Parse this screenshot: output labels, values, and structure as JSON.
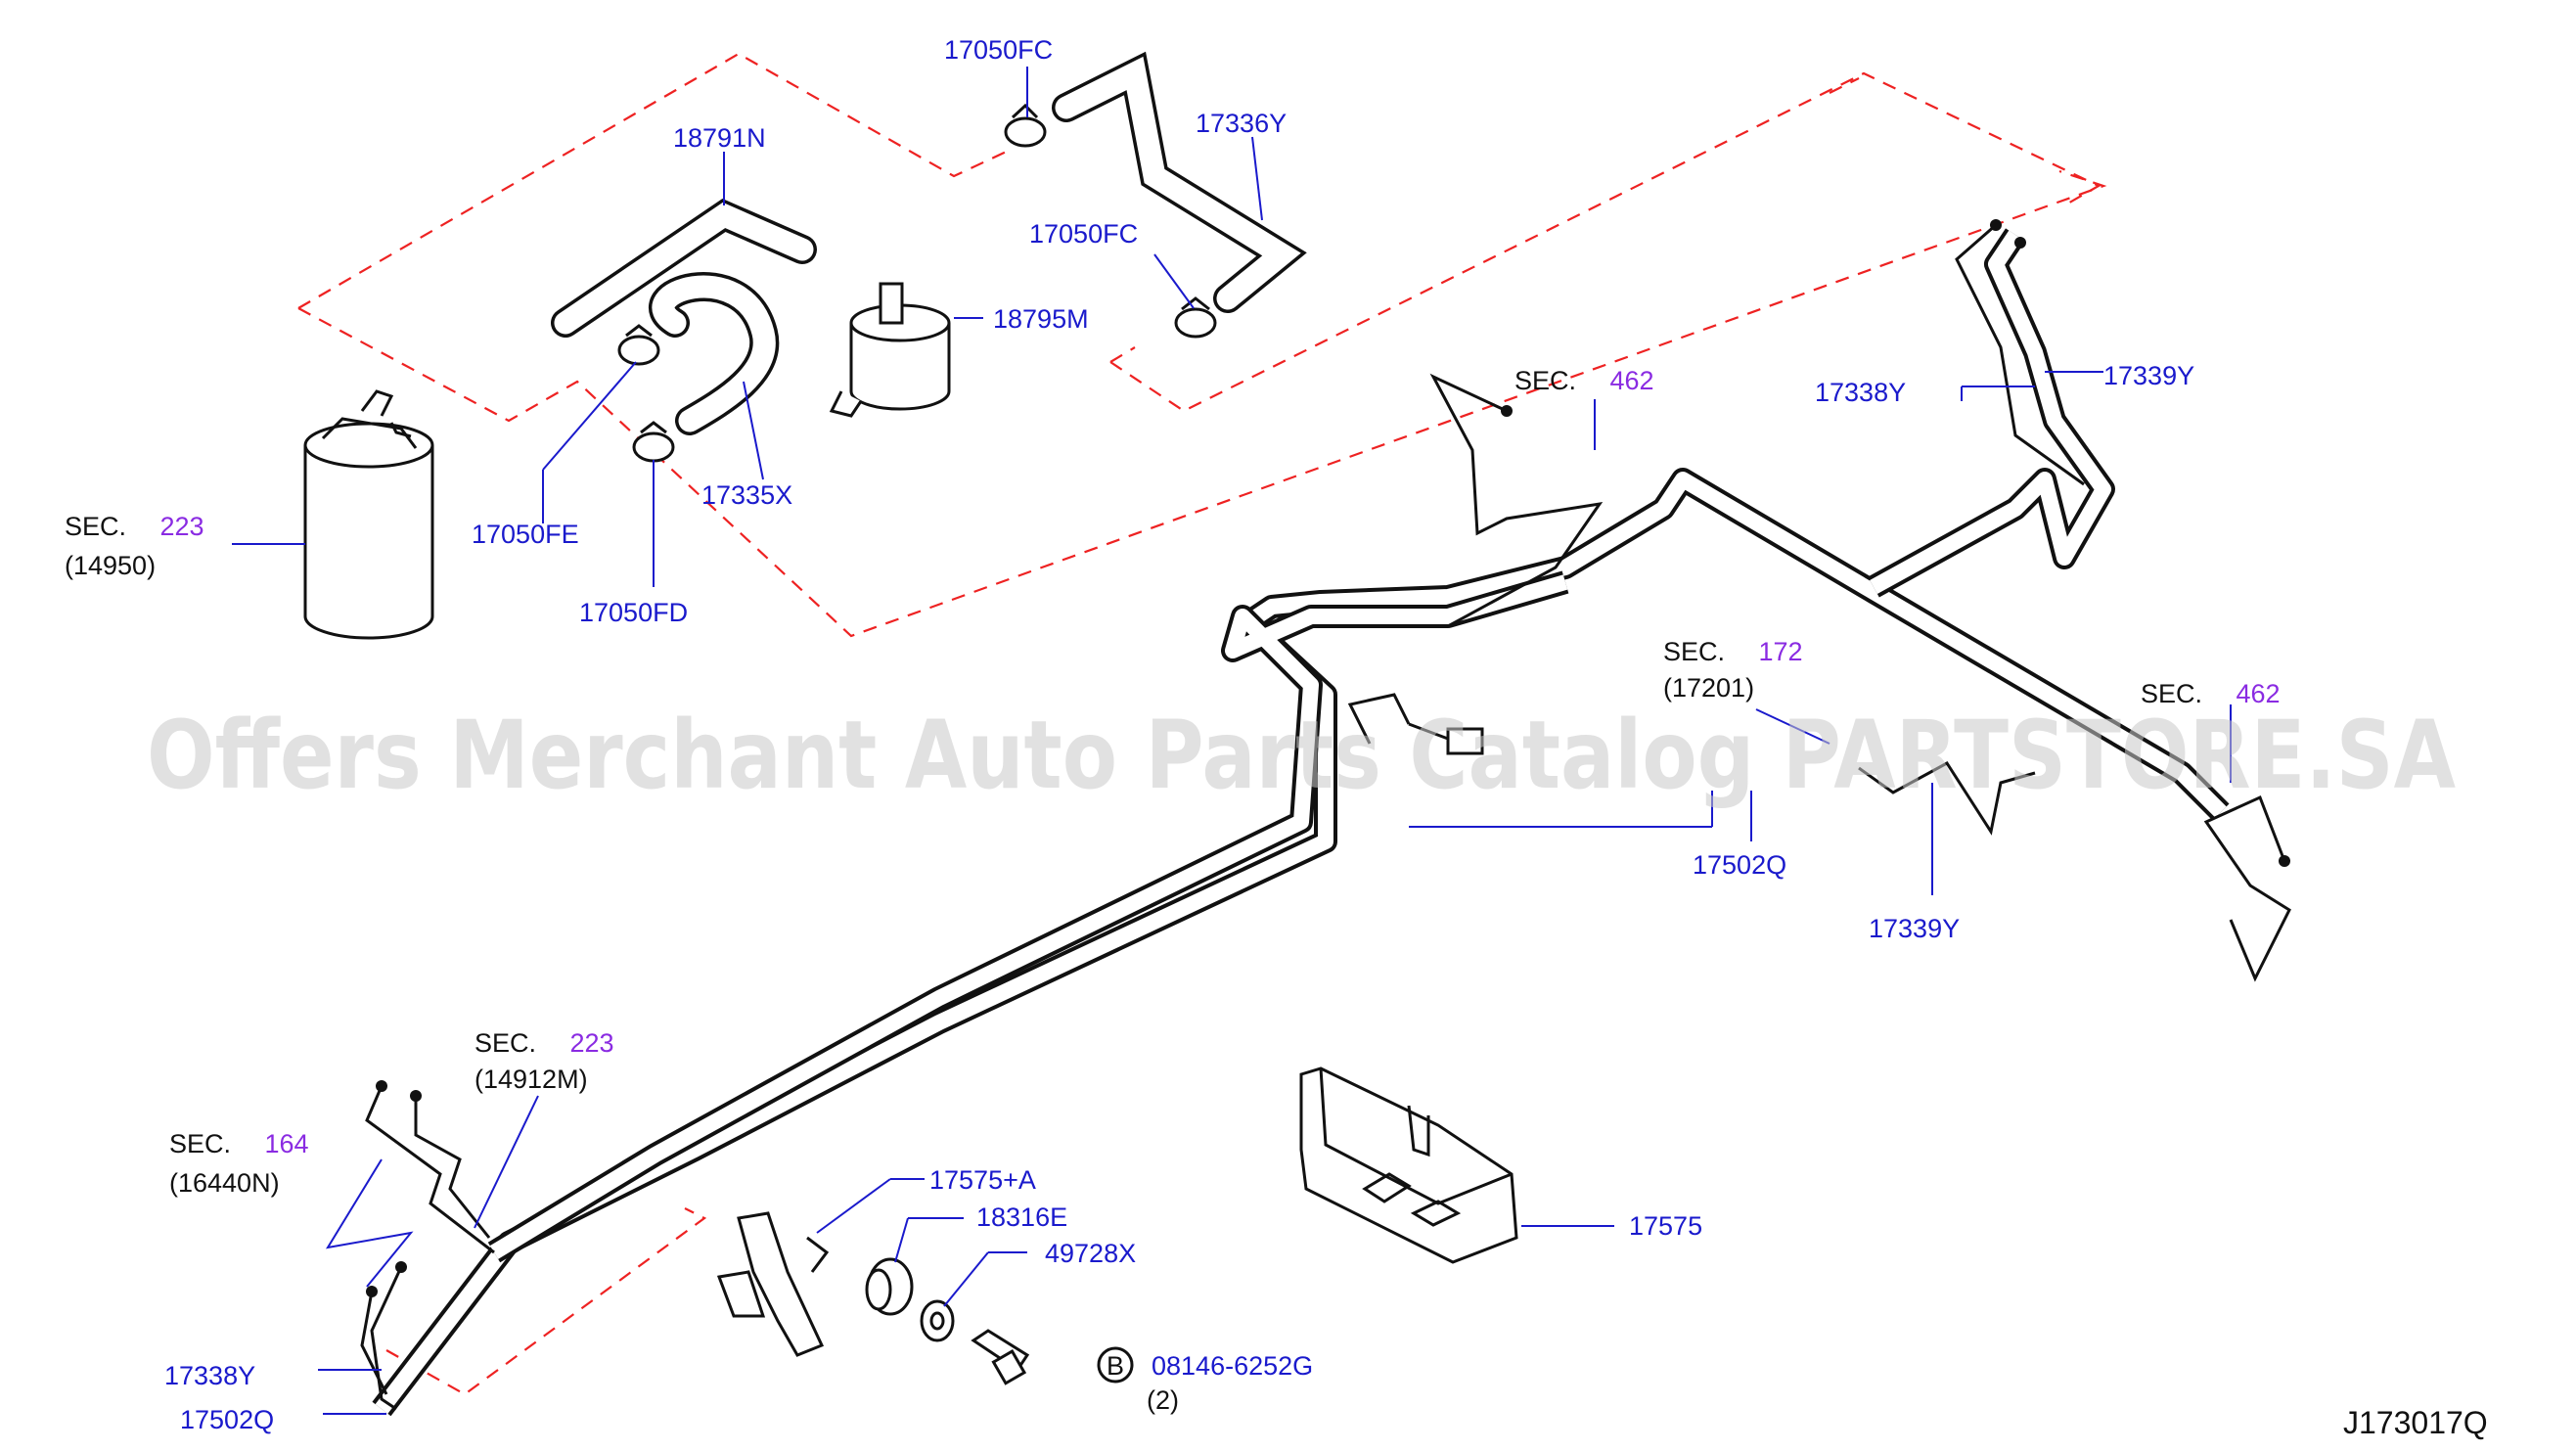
{
  "watermark": "Offers Merchant Auto Parts Catalog PARTSTORE.SA",
  "diagram_code": "J173017Q",
  "colors": {
    "part_label": "#1a1acc",
    "section_number": "#8a2be2",
    "outline_dashed": "#ee2222",
    "line_art": "#111111"
  },
  "labels": {
    "p17050FC_top": "17050FC",
    "p17336Y": "17336Y",
    "p18791N": "18791N",
    "p17050FC_mid": "17050FC",
    "p18795M": "18795M",
    "p17050FE": "17050FE",
    "p17335X": "17335X",
    "p17050FD": "17050FD",
    "p17338Y_top": "17338Y",
    "p17339Y_top": "17339Y",
    "p17502Q_mid": "17502Q",
    "p17339Y_mid": "17339Y",
    "p17575A": "17575+A",
    "p18316E": "18316E",
    "p49728X": "49728X",
    "p08146": "08146-6252G",
    "p08146_qty": "(2)",
    "p17575": "17575",
    "p17338Y_bot": "17338Y",
    "p17502Q_bot": "17502Q",
    "bolt_badge": "B"
  },
  "sections": {
    "s223_canister": {
      "prefix": "SEC.",
      "number": "223",
      "ref": "(14950)"
    },
    "s462_top": {
      "prefix": "SEC.",
      "number": "462"
    },
    "s172": {
      "prefix": "SEC.",
      "number": "172",
      "ref": "(17201)"
    },
    "s462_right": {
      "prefix": "SEC.",
      "number": "462"
    },
    "s223_bottom": {
      "prefix": "SEC.",
      "number": "223",
      "ref": "(14912M)"
    },
    "s164": {
      "prefix": "SEC.",
      "number": "164",
      "ref": "(16440N)"
    }
  }
}
